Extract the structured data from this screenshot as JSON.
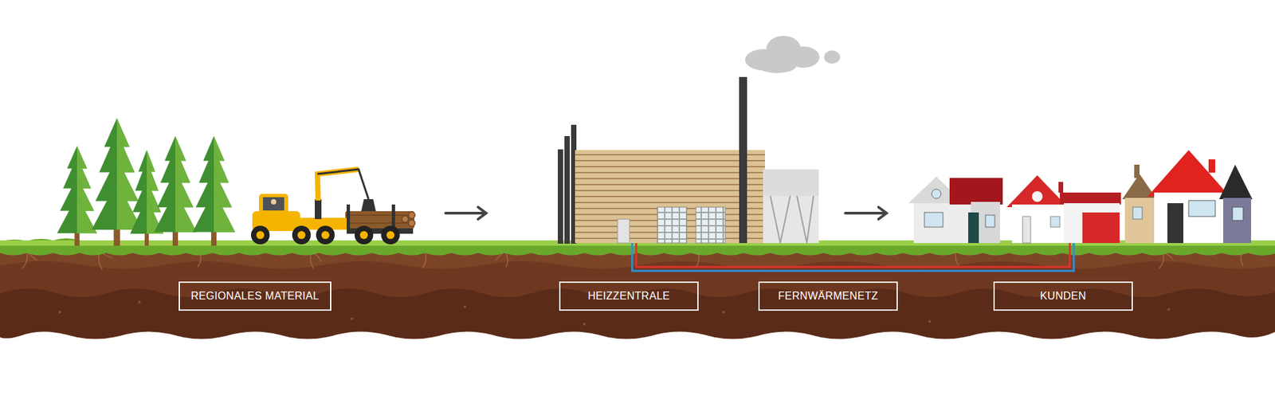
{
  "diagram": {
    "nodes": [
      {
        "text": [
          "REGIONALES MATERIAL"
        ]
      },
      {
        "text": [
          "HEIZZENTRALE"
        ]
      },
      {
        "text": [
          "FERNWÄRMENETZ"
        ]
      },
      {
        "text": [
          "KUNDEN"
        ]
      }
    ]
  }
}
